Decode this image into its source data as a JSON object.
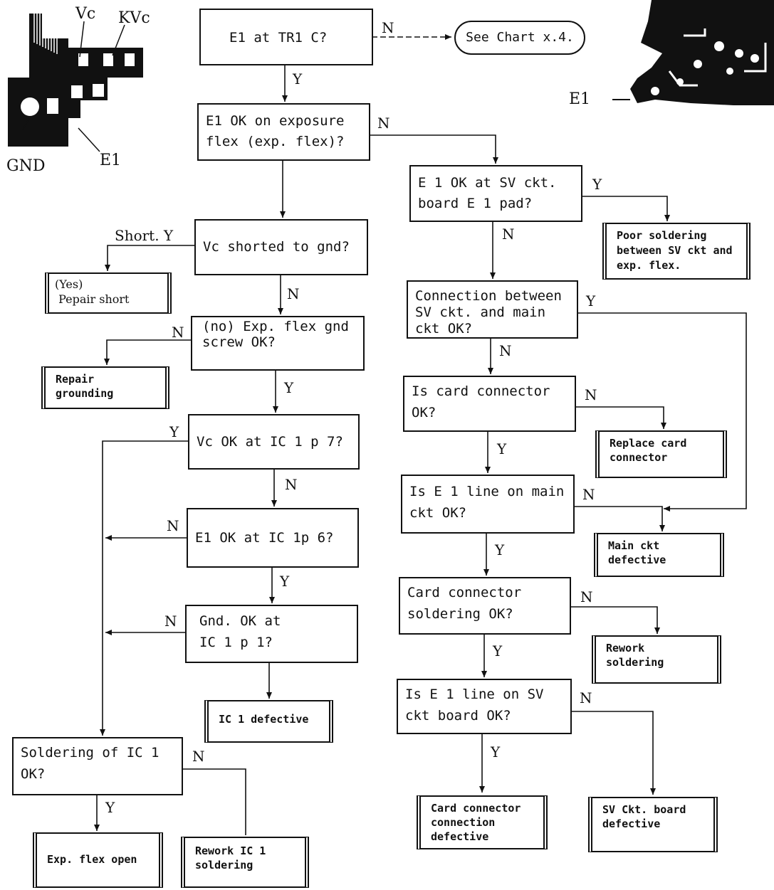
{
  "diagram": {
    "start": {
      "text": "E1 at TR1 C?"
    },
    "see_chart": {
      "text": "See Chart x.4."
    },
    "exposure_flex": {
      "text": "E1 OK on exposure\nflex (exp. flex)?"
    },
    "sv_pad": {
      "text": "E 1 OK at SV ckt.\nboard E 1 pad?"
    },
    "poor_soldering": {
      "text": "Poor soldering\nbetween SV ckt and\nexp. flex."
    },
    "vc_shorted": {
      "text": "Vc shorted to gnd?"
    },
    "repair_short": {
      "text": "(Yes)\n Pepair short"
    },
    "connection_main": {
      "text": "Connection between\nSV ckt. and main\nckt OK?"
    },
    "gnd_screw": {
      "text": "(no) Exp. flex gnd\nscrew OK?"
    },
    "repair_grounding": {
      "text": "Repair\ngrounding"
    },
    "card_connector": {
      "text": "Is card connector\nOK?"
    },
    "replace_card": {
      "text": "Replace card\nconnector"
    },
    "vc_ic1": {
      "text": "Vc OK at IC 1 p 7?"
    },
    "e1_line_main": {
      "text": "Is E 1 line on main\nckt OK?"
    },
    "main_defective": {
      "text": "Main ckt\ndefective"
    },
    "e1_ic1": {
      "text": "E1 OK at IC 1p 6?"
    },
    "card_soldering": {
      "text": "Card connector\nsoldering OK?"
    },
    "rework_soldering": {
      "text": "Rework\nsoldering"
    },
    "gnd_ic1": {
      "text": "Gnd. OK at\nIC 1 p 1?"
    },
    "e1_line_sv": {
      "text": "Is E 1 line on SV\nckt board OK?"
    },
    "ic1_defective": {
      "text": "IC 1 defective"
    },
    "soldering_ic1": {
      "text": "Soldering of IC 1\nOK?"
    },
    "exp_flex_open": {
      "text": "Exp. flex open"
    },
    "rework_ic1": {
      "text": "Rework IC 1\nsoldering"
    },
    "card_conn_defective": {
      "text": "Card connector\nconnection\ndefective"
    },
    "sv_board_defective": {
      "text": "SV Ckt. board\ndefective"
    },
    "branch": {
      "yes": "Y",
      "no": "N",
      "short_yes": "Short. Y"
    },
    "photos": {
      "left": {
        "vc": "Vc",
        "kvc": "KVc",
        "gnd": "GND",
        "e1": "E1"
      },
      "right": {
        "e1": "E1"
      }
    }
  }
}
